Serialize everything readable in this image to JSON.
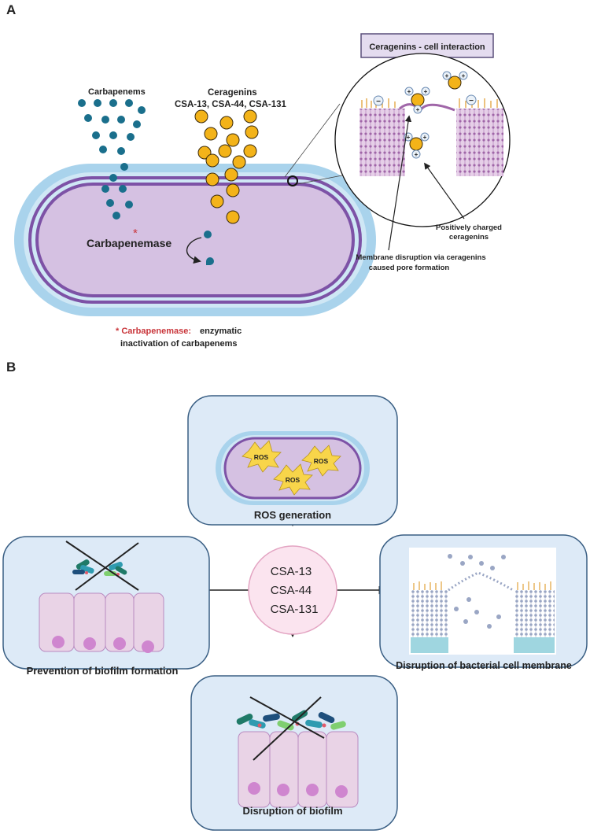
{
  "panel_a": {
    "label": "A",
    "carbapenems_label": "Carbapenems",
    "ceragenins_label": "Ceragenins",
    "ceragenins_list": "CSA-13, CSA-44, CSA-131",
    "inset_title": "Ceragenins - cell interaction",
    "carbapenemase_label": "Carbapenemase",
    "asterisk": "*",
    "positively_charged_line1": "Positively charged",
    "positively_charged_line2": "ceragenins",
    "membrane_disruption_line1": "Membrane disruption via ceragenins",
    "membrane_disruption_line2": "caused pore formation",
    "note_asterisk": "* Carbapenemase:",
    "note_rest": "enzymatic",
    "note_line2": "inactivation of carbapenems",
    "plus_sign": "+",
    "minus_sign": "−"
  },
  "panel_b": {
    "label": "B",
    "center_compounds": [
      "CSA-13",
      "CSA-44",
      "CSA-131"
    ],
    "ros_generation": "ROS generation",
    "ros_tag": "ROS",
    "prevention_biofilm": "Prevention of biofilm formation",
    "disruption_membrane": "Disruption of bacterial cell membrane",
    "disruption_biofilm": "Disruption of biofilm"
  },
  "colors": {
    "carbapenem_dot": "#1a6f8c",
    "ceragenin_fill": "#f3b319",
    "ceragenin_stroke": "#3b2a0a",
    "cell_outer": "#a9d3ec",
    "cell_layer": "#7d52a6",
    "cell_fill": "#d5c1e2",
    "panel_fill": "#ddeaf7",
    "panel_stroke": "#3a5f84",
    "center_fill": "#fbe4ef",
    "center_stroke": "#e3a4c2",
    "note_red": "#c9353a",
    "epithelial": "#e9d3e6",
    "nucleus": "#cf86cf",
    "ros_star": "#f8d54a"
  }
}
